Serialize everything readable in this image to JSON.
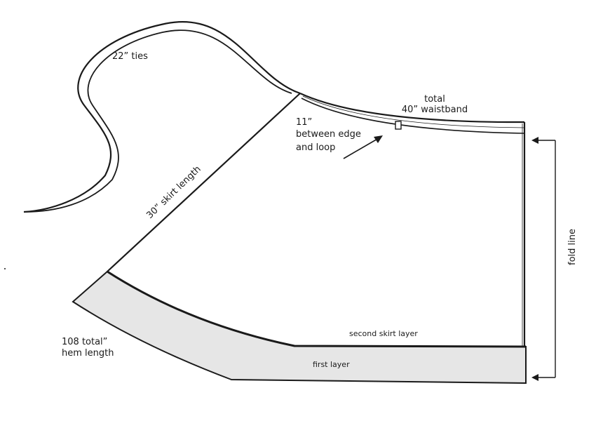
{
  "labels": {
    "ties": "22” ties",
    "waistband_line1": "total",
    "waistband_line2": "40” waistband",
    "loop_line1": "11”",
    "loop_line2": "between edge",
    "loop_line3": "and loop",
    "skirt_length": "30” skirt length",
    "fold_line": "fold line",
    "hem_line1": "108 total”",
    "hem_line2": "hem length",
    "second_layer": "second skirt layer",
    "first_layer": "first layer"
  },
  "colors": {
    "ink": "#1a1a1a",
    "first_layer_fill": "#e6e6e6"
  }
}
